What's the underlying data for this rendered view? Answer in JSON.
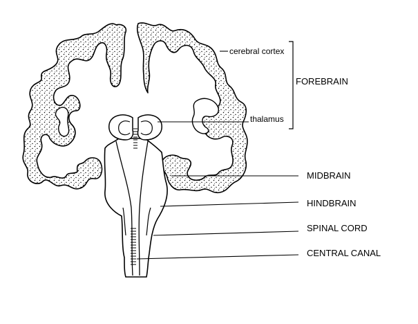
{
  "labels": {
    "cerebral_cortex": "cerebral cortex",
    "forebrain": "FOREBRAIN",
    "thalamus": "thalamus",
    "midbrain": "MIDBRAIN",
    "hindbrain": "HINDBRAIN",
    "spinal_cord": "SPINAL CORD",
    "central_canal": "CENTRAL CANAL"
  },
  "colors": {
    "ink": "#000000",
    "background": "#ffffff"
  }
}
